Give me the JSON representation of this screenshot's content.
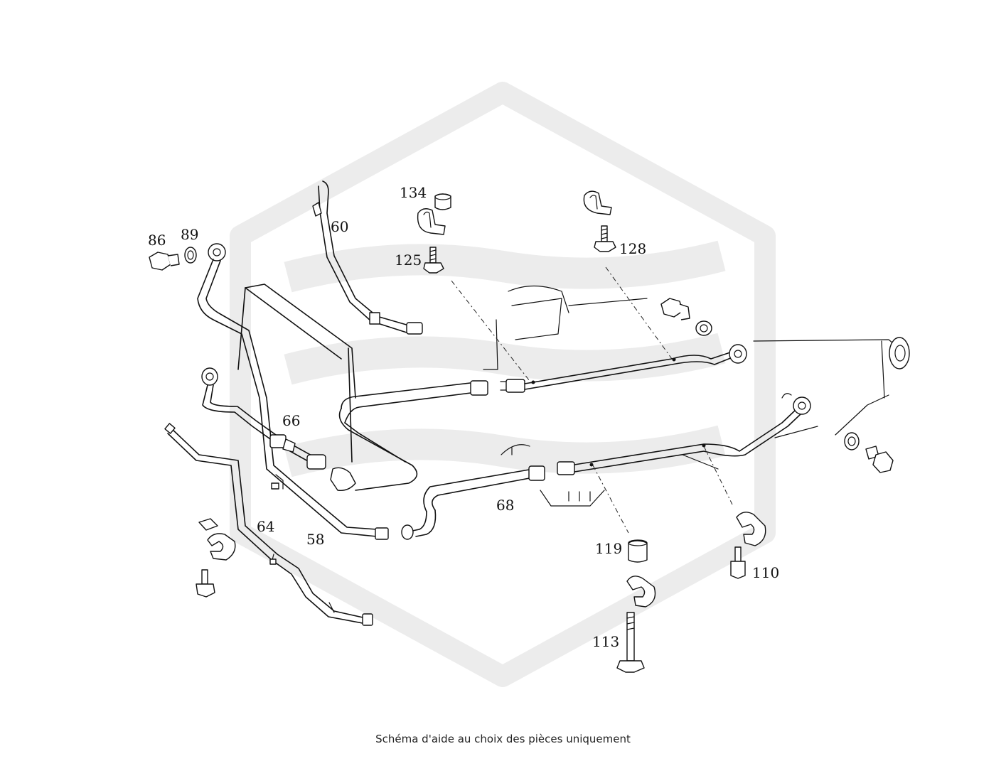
{
  "callouts": {
    "c58": "58",
    "c60": "60",
    "c64": "64",
    "c66": "66",
    "c68": "68",
    "c86": "86",
    "c89": "89",
    "c110": "110",
    "c113": "113",
    "c119": "119",
    "c125": "125",
    "c128": "128",
    "c134": "134"
  },
  "caption": "Schéma d'aide au choix des pièces uniquement"
}
